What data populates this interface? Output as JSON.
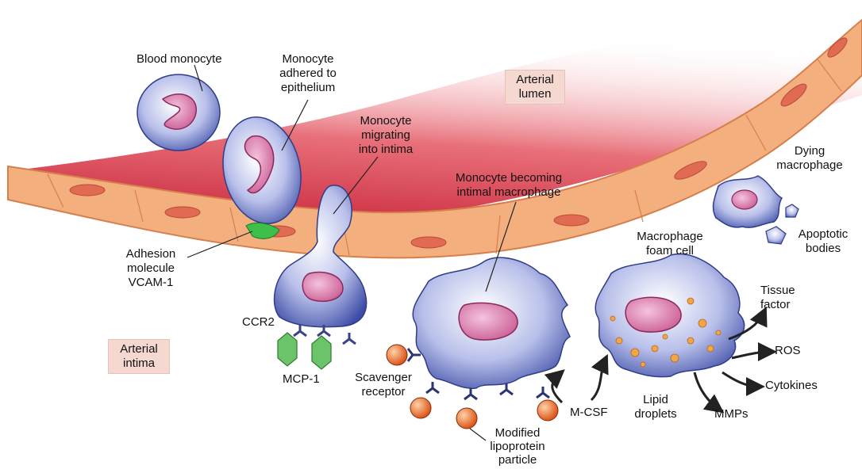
{
  "labels": {
    "blood_monocyte": "Blood monocyte",
    "monocyte_adhered": [
      "Monocyte",
      "adhered to",
      "epithelium"
    ],
    "arterial_lumen": [
      "Arterial",
      "lumen"
    ],
    "monocyte_migrating": [
      "Monocyte",
      "migrating",
      "into intima"
    ],
    "monocyte_becoming": [
      "Monocyte becoming",
      "intimal macrophage"
    ],
    "dying_macrophage": [
      "Dying",
      "macrophage"
    ],
    "adhesion_molecule": [
      "Adhesion",
      "molecule",
      "VCAM-1"
    ],
    "macrophage_foam_cell": [
      "Macrophage",
      "foam cell"
    ],
    "apoptotic_bodies": [
      "Apoptotic",
      "bodies"
    ],
    "tissue_factor": [
      "Tissue",
      "factor"
    ],
    "ccr2": "CCR2",
    "ros": "ROS",
    "arterial_intima": [
      "Arterial",
      "intima"
    ],
    "cytokines": "Cytokines",
    "mcp1": "MCP-1",
    "scavenger_receptor": [
      "Scavenger",
      "receptor"
    ],
    "m_csf": "M-CSF",
    "lipid_droplets": [
      "Lipid",
      "droplets"
    ],
    "mmps": "MMPs",
    "modified_lipoprotein": [
      "Modified",
      "lipoprotein",
      "particle"
    ]
  },
  "colors": {
    "lumen_red": "#d8384a",
    "endothelium": "#f0a56e",
    "cell_blue": "#4f5fb0",
    "nucleus_pink": "#d878a8",
    "mcp1_green": "#6cc46a",
    "lipoprotein_orange": "#e8641e"
  }
}
